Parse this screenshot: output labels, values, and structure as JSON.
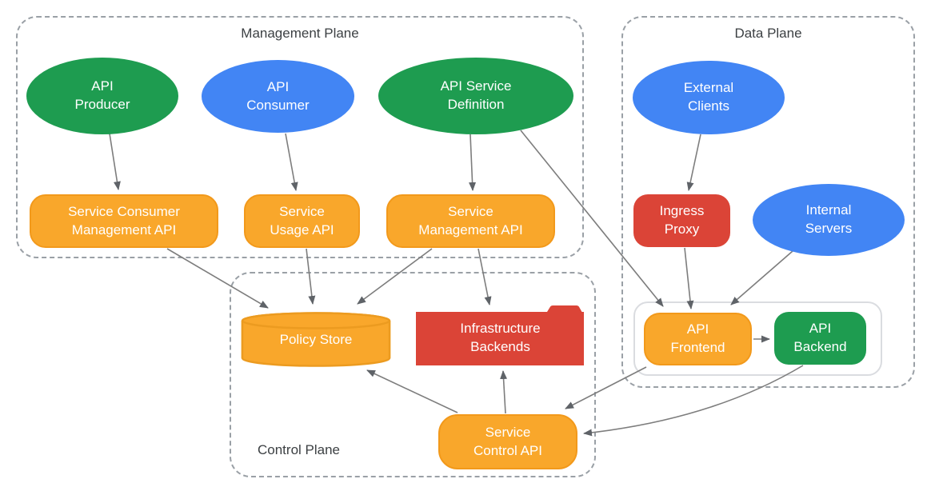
{
  "planes": {
    "management": {
      "label": "Management Plane"
    },
    "data": {
      "label": "Data Plane"
    },
    "control": {
      "label": "Control Plane"
    }
  },
  "nodes": {
    "api_producer": {
      "label": "API\nProducer",
      "shape": "ellipse",
      "color": "#1E9C50"
    },
    "api_consumer": {
      "label": "API\nConsumer",
      "shape": "ellipse",
      "color": "#4285F4"
    },
    "api_service_definition": {
      "label": "API Service\nDefinition",
      "shape": "ellipse",
      "color": "#1E9C50"
    },
    "service_consumer_management_api": {
      "label": "Service Consumer\nManagement API",
      "shape": "rounded-rect",
      "color": "#F9A72B"
    },
    "service_usage_api": {
      "label": "Service\nUsage API",
      "shape": "rounded-rect",
      "color": "#F9A72B"
    },
    "service_management_api": {
      "label": "Service\nManagement API",
      "shape": "rounded-rect",
      "color": "#F9A72B"
    },
    "external_clients": {
      "label": "External\nClients",
      "shape": "ellipse",
      "color": "#4285F4"
    },
    "ingress_proxy": {
      "label": "Ingress\nProxy",
      "shape": "rounded-rect",
      "color": "#DB4437"
    },
    "internal_servers": {
      "label": "Internal\nServers",
      "shape": "ellipse",
      "color": "#4285F4"
    },
    "api_frontend": {
      "label": "API\nFrontend",
      "shape": "rounded-rect",
      "color": "#F9A72B"
    },
    "api_backend": {
      "label": "API\nBackend",
      "shape": "rounded-rect",
      "color": "#1E9C50"
    },
    "policy_store": {
      "label": "Policy Store",
      "shape": "cylinder",
      "color": "#F9A72B"
    },
    "infrastructure_backends": {
      "label": "Infrastructure\nBackends",
      "shape": "folder",
      "color": "#DB4437"
    },
    "service_control_api": {
      "label": "Service\nControl API",
      "shape": "rounded-rect",
      "color": "#F9A72B"
    }
  },
  "edges": [
    {
      "from": "api_producer",
      "to": "service_consumer_management_api"
    },
    {
      "from": "api_consumer",
      "to": "service_usage_api"
    },
    {
      "from": "api_service_definition",
      "to": "service_management_api"
    },
    {
      "from": "api_service_definition",
      "to": "api_frontend"
    },
    {
      "from": "service_consumer_management_api",
      "to": "policy_store"
    },
    {
      "from": "service_usage_api",
      "to": "policy_store"
    },
    {
      "from": "service_management_api",
      "to": "policy_store"
    },
    {
      "from": "service_management_api",
      "to": "infrastructure_backends"
    },
    {
      "from": "external_clients",
      "to": "ingress_proxy"
    },
    {
      "from": "ingress_proxy",
      "to": "api_frontend"
    },
    {
      "from": "internal_servers",
      "to": "api_frontend"
    },
    {
      "from": "api_frontend",
      "to": "api_backend"
    },
    {
      "from": "api_frontend",
      "to": "service_control_api"
    },
    {
      "from": "api_backend",
      "to": "service_control_api"
    },
    {
      "from": "service_control_api",
      "to": "policy_store"
    },
    {
      "from": "service_control_api",
      "to": "infrastructure_backends"
    }
  ],
  "colors": {
    "green": "#1E9C50",
    "blue": "#4285F4",
    "orange": "#F9A72B",
    "orange_border": "#F2991B",
    "red": "#DB4437",
    "edge_line": "#7D7D7D",
    "arrow_head": "#5F6368",
    "dashed_border": "#9AA0A6",
    "plane_title_text": "#3C4043",
    "node_text": "#FFFFFF"
  }
}
